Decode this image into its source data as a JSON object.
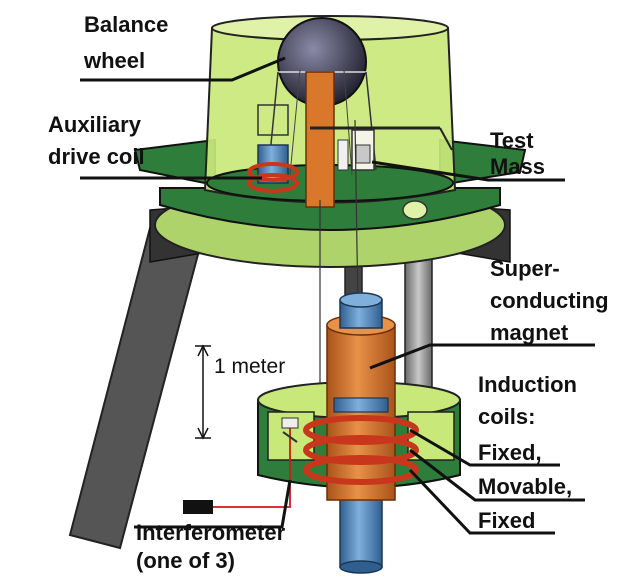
{
  "colors": {
    "chamber": "#c9e87a",
    "chamber_dark": "#8fae3e",
    "deck": "#2f7d3a",
    "deck_dark": "#1f5a28",
    "magnet_orange": "#d9772a",
    "magnet_blue": "#4f86b8",
    "coil_red": "#c8371c",
    "leader": "#111111",
    "laser": "#d01818"
  },
  "labels": {
    "balance_wheel_1": "Balance",
    "balance_wheel_2": "wheel",
    "aux_coil_1": "Auxiliary",
    "aux_coil_2": "drive coil",
    "test_mass_1": "Test",
    "test_mass_2": "Mass",
    "magnet_1": "Super-",
    "magnet_2": "conducting",
    "magnet_3": "magnet",
    "scale": "1 meter",
    "induction_1": "Induction",
    "induction_2": "coils:",
    "coil_fixed_top": "Fixed,",
    "coil_movable": "Movable,",
    "coil_fixed_bottom": "Fixed",
    "interferometer_1": "Interferometer",
    "interferometer_2": "(one of 3)"
  }
}
